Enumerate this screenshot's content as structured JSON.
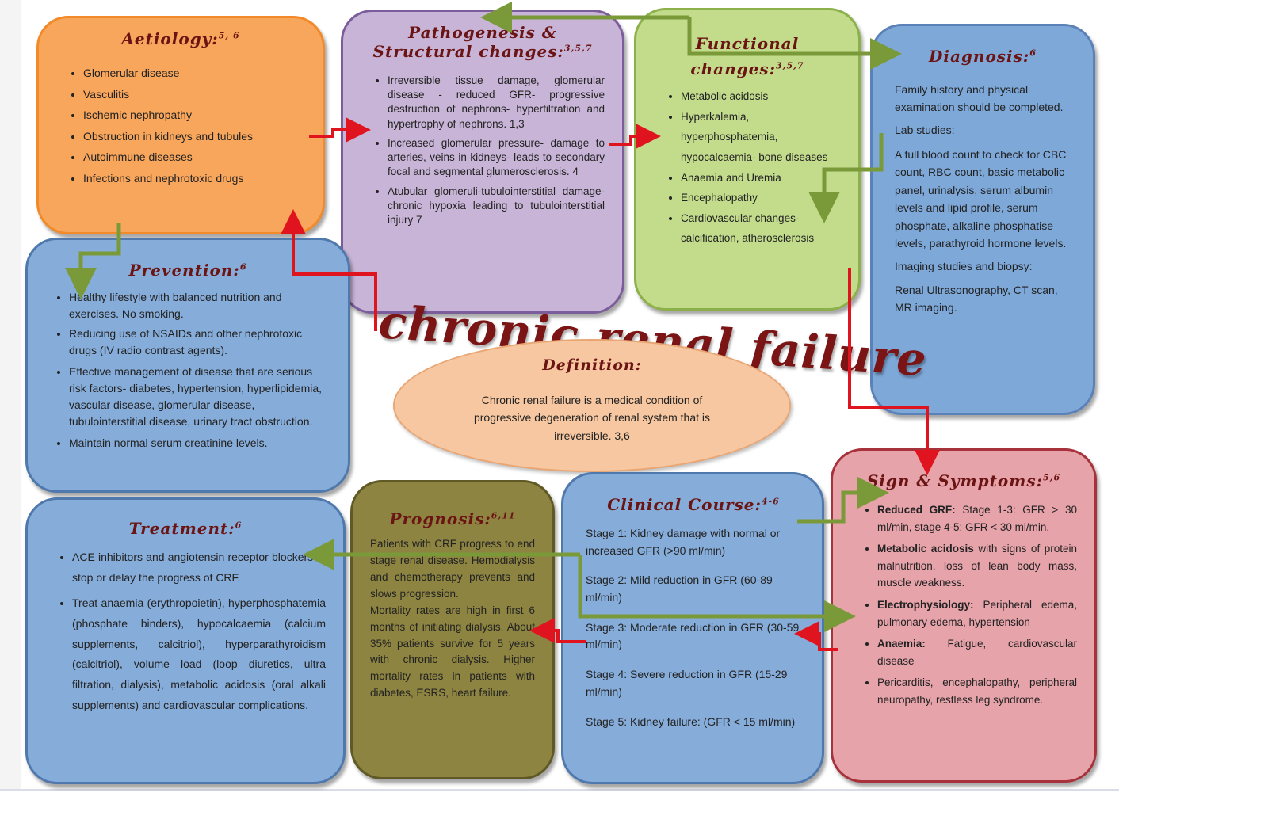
{
  "main_title": "chronic renal failure",
  "aetiology": {
    "title": "Aetiology:",
    "ref": "5, 6",
    "items": [
      "Glomerular disease",
      "Vasculitis",
      "Ischemic nephropathy",
      "Obstruction in kidneys and tubules",
      "Autoimmune diseases",
      "Infections and nephrotoxic drugs"
    ]
  },
  "pathogenesis": {
    "title": "Pathogenesis & Structural changes:",
    "ref": "3,5,7",
    "items": [
      "Irreversible tissue damage, glomerular disease - reduced GFR- progressive destruction of nephrons- hyperfiltration and hypertrophy of nephrons. 1,3",
      "Increased glomerular pressure- damage to arteries, veins in kidneys- leads to secondary focal and segmental glumerosclerosis. 4",
      "Atubular glomeruli-tubulointerstitial damage- chronic hypoxia leading to tubulointerstitial injury 7"
    ]
  },
  "functional": {
    "title": "Functional changes:",
    "ref": "3,5,7",
    "items": [
      "Metabolic acidosis",
      "Hyperkalemia, hyperphosphatemia, hypocalcaemia- bone diseases",
      "Anaemia and Uremia",
      "Encephalopathy",
      "Cardiovascular changes- calcification, atherosclerosis"
    ]
  },
  "diagnosis": {
    "title": "Diagnosis:",
    "ref": "6",
    "intro": "Family history and physical examination should be completed.",
    "lab_heading": "Lab studies:",
    "lab_text": "A full blood count to check for CBC count, RBC count, basic metabolic panel, urinalysis, serum albumin levels and lipid profile, serum phosphate, alkaline phosphatise levels, parathyroid hormone levels.",
    "imaging_heading": "Imaging studies and biopsy:",
    "imaging_text": "Renal Ultrasonography, CT scan, MR imaging."
  },
  "prevention": {
    "title": "Prevention:",
    "ref": "6",
    "items": [
      "Healthy lifestyle with balanced nutrition and exercises. No smoking.",
      "Reducing use of NSAIDs and other nephrotoxic drugs (IV radio contrast agents).",
      "Effective management of disease that are serious risk factors- diabetes, hypertension, hyperlipidemia, vascular disease, glomerular disease, tubulointerstitial disease, urinary tract obstruction.",
      "Maintain normal serum creatinine levels."
    ]
  },
  "definition": {
    "title": "Definition:",
    "text": "Chronic renal failure is a medical condition of progressive degeneration of renal system that is irreversible. 3,6"
  },
  "treatment": {
    "title": "Treatment:",
    "ref": "6",
    "items": [
      "ACE inhibitors and angiotensin receptor blockers to stop or delay the progress of CRF.",
      "Treat anaemia (erythropoietin), hyperphosphatemia (phosphate binders), hypocalcaemia (calcium supplements, calcitriol), hyperparathyroidism (calcitriol), volume load (loop diuretics, ultra filtration, dialysis), metabolic acidosis (oral alkali supplements) and cardiovascular complications."
    ]
  },
  "prognosis": {
    "title": "Prognosis:",
    "ref": "6,11",
    "text1": "Patients with CRF progress to end stage renal disease. Hemodialysis and chemotherapy prevents and slows progression.",
    "text2": "Mortality rates are high in first 6 months of initiating dialysis. About 35% patients survive for 5 years with chronic dialysis. Higher mortality rates in patients with diabetes, ESRS, heart failure."
  },
  "clinical": {
    "title": "Clinical Course:",
    "ref": "4-6",
    "stages": [
      "Stage 1: Kidney damage with normal or increased GFR (>90 ml/min)",
      "Stage 2: Mild reduction in GFR (60-89 ml/min)",
      "Stage 3: Moderate reduction in GFR (30-59 ml/min)",
      "Stage 4: Severe reduction in GFR (15-29 ml/min)",
      "Stage 5: Kidney failure: (GFR < 15 ml/min)"
    ]
  },
  "signs": {
    "title": "Sign & Symptoms:",
    "ref": "5,6",
    "items": [
      {
        "label": "Reduced GRF:",
        "text": " Stage 1-3: GFR > 30 ml/min, stage 4-5: GFR < 30 ml/min."
      },
      {
        "label": "Metabolic acidosis",
        "text": " with signs of protein malnutrition, loss of lean body mass, muscle weakness."
      },
      {
        "label": "Electrophysiology:",
        "text": " Peripheral edema, pulmonary edema, hypertension"
      },
      {
        "label": "Anaemia:",
        "text": " Fatigue, cardiovascular disease"
      },
      {
        "label": "",
        "text": "Pericarditis, encephalopathy, peripheral neuropathy, restless leg syndrome."
      }
    ]
  },
  "colors": {
    "red_arrow": "#e0141e",
    "green_arrow": "#7a9a3a"
  }
}
